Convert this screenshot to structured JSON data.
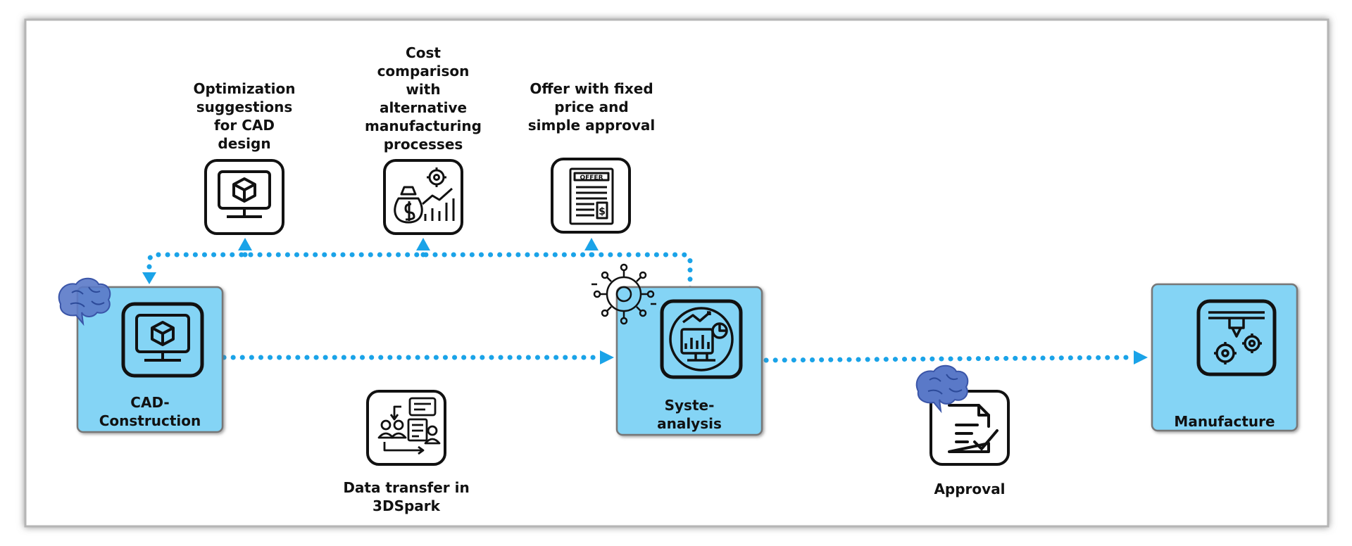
{
  "colors": {
    "node_fill": "#84d4f5",
    "node_stroke": "#777777",
    "connector": "#1aa3e8",
    "icon_stroke": "#111111",
    "brain": "#5a79c8"
  },
  "nodes": {
    "cad": {
      "label": "CAD-\nConstruction",
      "icon": "monitor-cube-icon",
      "ai_badge": "brain-icon"
    },
    "system": {
      "label": "Syste-\nanalysis",
      "icon": "analysis-dashboard-icon",
      "ai_badge": "neural-network-icon"
    },
    "manufacture": {
      "label": "Manufacture",
      "icon": "3d-printer-icon"
    }
  },
  "outputs": {
    "optimization": {
      "label": "Optimization\nsuggestions\nfor CAD\ndesign",
      "icon": "monitor-cube-icon"
    },
    "cost": {
      "label": "Cost\ncomparison\nwith\nalternative\nmanufacturing\nprocesses",
      "icon": "cost-chart-icon"
    },
    "offer": {
      "label": "Offer with fixed\nprice and\nsimple approval",
      "icon": "offer-document-icon"
    }
  },
  "transfer": {
    "label": "Data transfer in\n3DSpark",
    "icon": "data-transfer-icon"
  },
  "approval": {
    "label": "Approval",
    "icon": "approval-document-icon",
    "ai_badge": "brain-icon"
  }
}
